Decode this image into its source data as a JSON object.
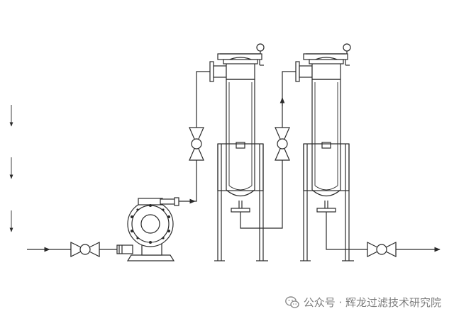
{
  "watermark": {
    "text": "公众号 · 辉龙过滤技术研究院",
    "icon": "wechat-icon",
    "color": "#7d7d7d"
  },
  "diagram": {
    "line_color": "#2a2a2a",
    "components": [
      "feed-inlet",
      "inlet-valve",
      "diaphragm-pump",
      "valve",
      "bag-filter-housing-1",
      "bag-filter-housing-2",
      "outlet-valve",
      "outlet"
    ]
  }
}
